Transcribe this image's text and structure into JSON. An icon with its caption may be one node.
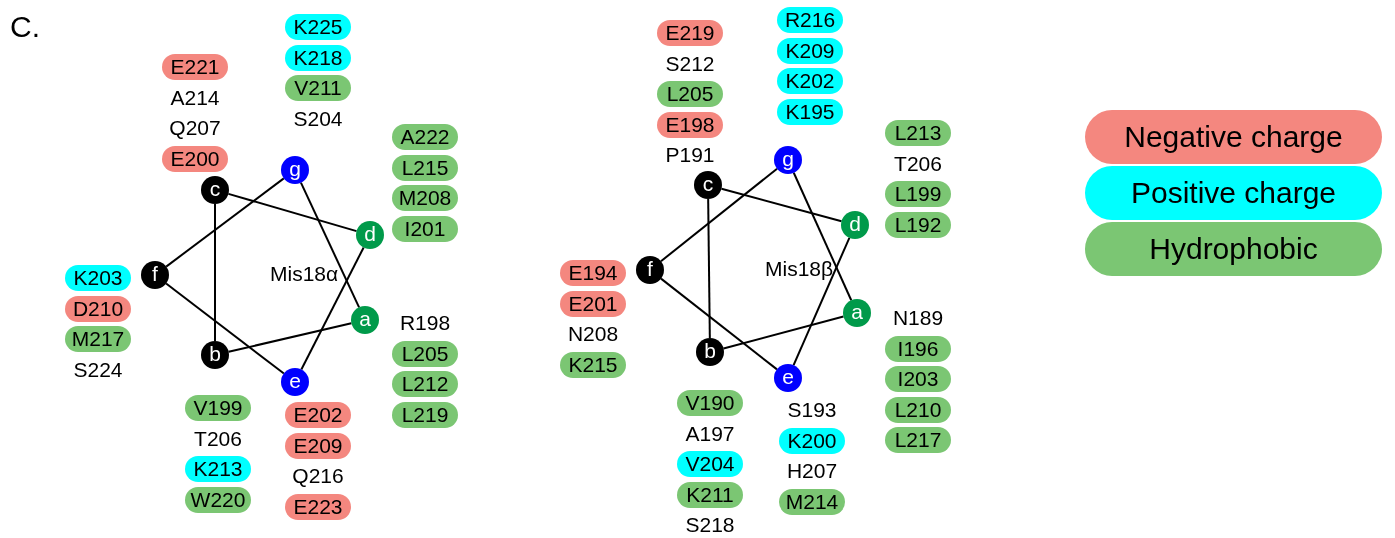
{
  "diagram": {
    "nodes": [
      {
        "text": [
          "a"
        ]
      },
      {
        "text": [
          "b"
        ]
      },
      {
        "text": [
          "c"
        ]
      },
      {
        "text": [
          "d"
        ]
      },
      {
        "text": [
          "e"
        ]
      },
      {
        "text": [
          "f"
        ]
      },
      {
        "text": [
          "g"
        ]
      },
      {
        "text": [
          "a"
        ]
      },
      {
        "text": [
          "b"
        ]
      },
      {
        "text": [
          "c"
        ]
      },
      {
        "text": [
          "d"
        ]
      },
      {
        "text": [
          "e"
        ]
      },
      {
        "text": [
          "f"
        ]
      },
      {
        "text": [
          "g"
        ]
      },
      {
        "text": [
          "E221"
        ]
      },
      {
        "text": [
          "E200"
        ]
      },
      {
        "text": [
          "K225"
        ]
      },
      {
        "text": [
          "K218"
        ]
      },
      {
        "text": [
          "V211"
        ]
      },
      {
        "text": [
          "A222"
        ]
      },
      {
        "text": [
          "L215"
        ]
      },
      {
        "text": [
          "M208"
        ]
      },
      {
        "text": [
          "I201"
        ]
      },
      {
        "text": [
          "L205"
        ]
      },
      {
        "text": [
          "L212"
        ]
      },
      {
        "text": [
          "L219"
        ]
      },
      {
        "text": [
          "E202"
        ]
      },
      {
        "text": [
          "E209"
        ]
      },
      {
        "text": [
          "E223"
        ]
      },
      {
        "text": [
          "V199"
        ]
      },
      {
        "text": [
          "K213"
        ]
      },
      {
        "text": [
          "W220"
        ]
      },
      {
        "text": [
          "K203"
        ]
      },
      {
        "text": [
          "D210"
        ]
      },
      {
        "text": [
          "M217"
        ]
      },
      {
        "text": [
          "E219"
        ]
      },
      {
        "text": [
          "L205"
        ]
      },
      {
        "text": [
          "E198"
        ]
      },
      {
        "text": [
          "R216"
        ]
      },
      {
        "text": [
          "K209"
        ]
      },
      {
        "text": [
          "K202"
        ]
      },
      {
        "text": [
          "K195"
        ]
      },
      {
        "text": [
          "L213"
        ]
      },
      {
        "text": [
          "L199"
        ]
      },
      {
        "text": [
          "L192"
        ]
      },
      {
        "text": [
          "I196"
        ]
      },
      {
        "text": [
          "I203"
        ]
      },
      {
        "text": [
          "L210"
        ]
      },
      {
        "text": [
          "L217"
        ]
      },
      {
        "text": [
          "K200"
        ]
      },
      {
        "text": [
          "M214"
        ]
      },
      {
        "text": [
          "V190"
        ]
      },
      {
        "text": [
          "V204"
        ]
      },
      {
        "text": [
          "K211"
        ]
      },
      {
        "text": [
          "E194"
        ]
      },
      {
        "text": [
          "E201"
        ]
      },
      {
        "text": [
          "K215"
        ]
      }
    ],
    "edges": [
      {
        "from": 0,
        "to": 1,
        "arrow": "none"
      },
      {
        "from": 1,
        "to": 2,
        "arrow": "none"
      },
      {
        "from": 2,
        "to": 3,
        "arrow": "none"
      },
      {
        "from": 3,
        "to": 4,
        "arrow": "none"
      },
      {
        "from": 4,
        "to": 5,
        "arrow": "none"
      },
      {
        "from": 5,
        "to": 6,
        "arrow": "none"
      },
      {
        "from": 6,
        "to": 0,
        "arrow": "none"
      },
      {
        "from": 7,
        "to": 8,
        "arrow": "none"
      },
      {
        "from": 8,
        "to": 9,
        "arrow": "none"
      },
      {
        "from": 9,
        "to": 10,
        "arrow": "none"
      },
      {
        "from": 10,
        "to": 11,
        "arrow": "none"
      },
      {
        "from": 11,
        "to": 12,
        "arrow": "none"
      },
      {
        "from": 12,
        "to": 13,
        "arrow": "none"
      },
      {
        "from": 13,
        "to": 7,
        "arrow": "none"
      }
    ],
    "labels": [
      "C.",
      "A214",
      "Q207",
      "S204",
      "R198",
      "Q216",
      "T206",
      "S224",
      "Mis18α",
      "S212",
      "P191",
      "T206",
      "N189",
      "S193",
      "H207",
      "A197",
      "S218",
      "N208",
      "Mis18β"
    ],
    "legend": [
      {
        "text": "Negative charge",
        "color": "#f4877f"
      },
      {
        "text": "Positive charge",
        "color": "#00ffff"
      },
      {
        "text": "Hydrophobic",
        "color": "#7bc673"
      }
    ]
  }
}
